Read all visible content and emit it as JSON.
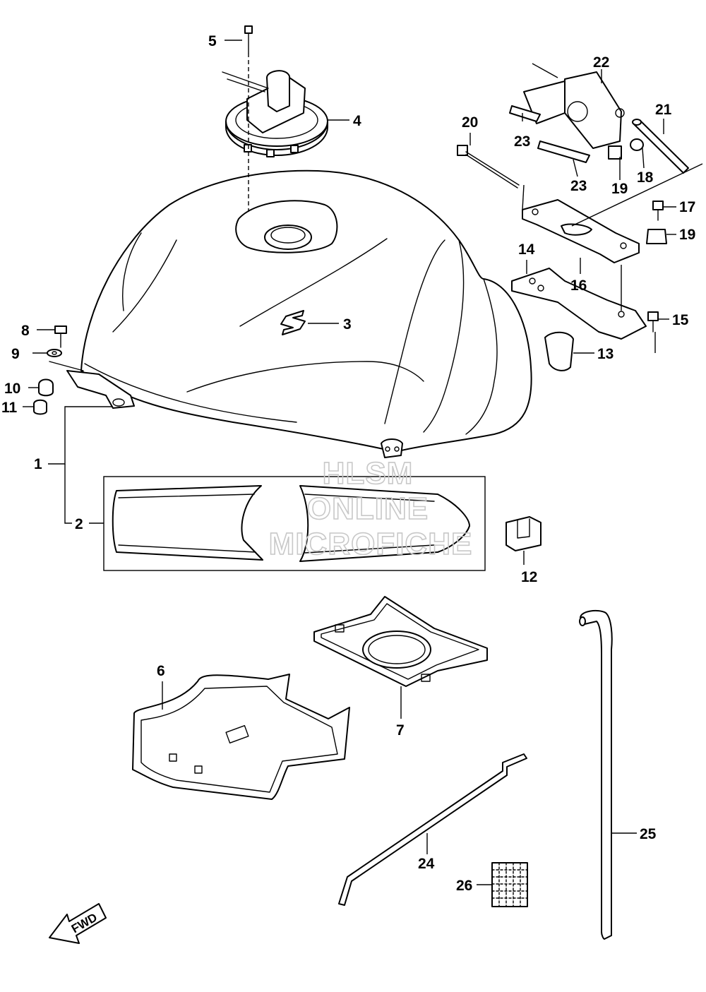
{
  "diagram": {
    "callouts": [
      {
        "id": "1",
        "label": "1"
      },
      {
        "id": "2",
        "label": "2"
      },
      {
        "id": "3",
        "label": "3"
      },
      {
        "id": "4",
        "label": "4"
      },
      {
        "id": "5",
        "label": "5"
      },
      {
        "id": "6",
        "label": "6"
      },
      {
        "id": "7",
        "label": "7"
      },
      {
        "id": "8",
        "label": "8"
      },
      {
        "id": "9",
        "label": "9"
      },
      {
        "id": "10",
        "label": "10"
      },
      {
        "id": "11",
        "label": "11"
      },
      {
        "id": "12",
        "label": "12"
      },
      {
        "id": "13",
        "label": "13"
      },
      {
        "id": "14",
        "label": "14"
      },
      {
        "id": "15",
        "label": "15"
      },
      {
        "id": "16",
        "label": "16"
      },
      {
        "id": "17",
        "label": "17"
      },
      {
        "id": "18",
        "label": "18"
      },
      {
        "id": "19a",
        "label": "19"
      },
      {
        "id": "19b",
        "label": "19"
      },
      {
        "id": "20",
        "label": "20"
      },
      {
        "id": "21",
        "label": "21"
      },
      {
        "id": "22",
        "label": "22"
      },
      {
        "id": "23a",
        "label": "23"
      },
      {
        "id": "23b",
        "label": "23"
      },
      {
        "id": "24",
        "label": "24"
      },
      {
        "id": "25",
        "label": "25"
      },
      {
        "id": "26",
        "label": "26"
      }
    ],
    "watermark": [
      "HLSM",
      "ONLINE",
      "MICROFICHE"
    ],
    "fwd_label": "FWD",
    "colors": {
      "line": "#000000",
      "background": "#ffffff",
      "watermark": "#c8c8c8"
    }
  }
}
